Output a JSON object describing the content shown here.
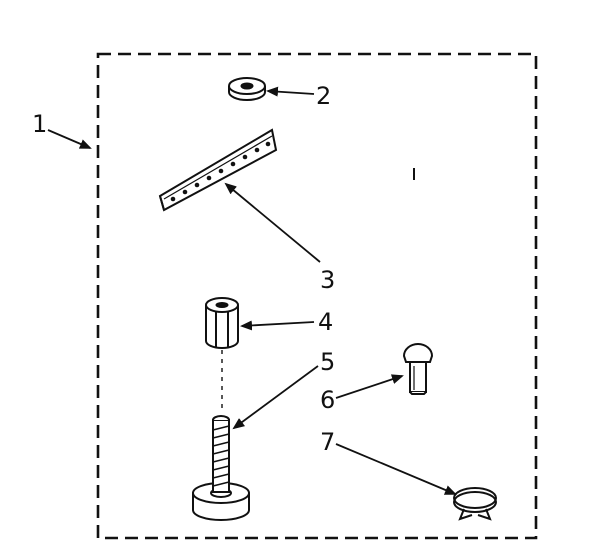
{
  "diagram": {
    "line_color": "#111111",
    "background": "#ffffff",
    "callouts": {
      "assembly": "1",
      "washer": "2",
      "bracket": "3",
      "coupling_nut": "4",
      "leveling_leg": "5",
      "screw": "6",
      "hose_clamp": "7"
    }
  }
}
